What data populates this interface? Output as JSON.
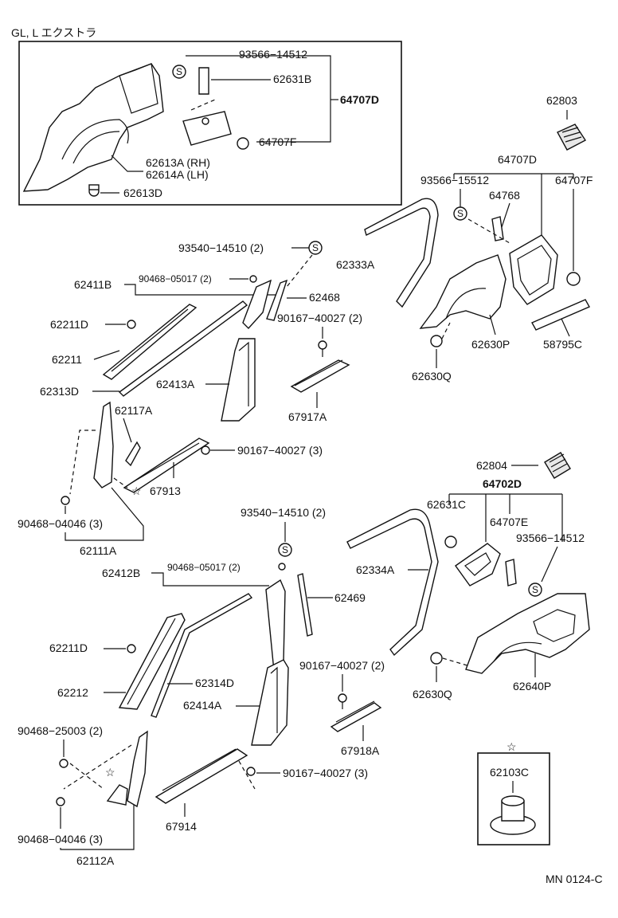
{
  "header": {
    "variant": "GL, L エクストラ"
  },
  "footer": {
    "code": "MN 0124-C"
  },
  "labels": {
    "p93566_14512_top": "93566−14512",
    "p62631B": "62631B",
    "p64707D_box": "64707D",
    "p64707F": "64707F",
    "p62613A": "62613A (RH)",
    "p62614A": "62614A (LH)",
    "p62613D": "62613D",
    "p62803": "62803",
    "p64707D_r": "64707D",
    "p93566_15512": "93566−15512",
    "p64768": "64768",
    "p64707F_r": "64707F",
    "p62333A": "62333A",
    "p93540_14510_a": "93540−14510 (2)",
    "p62411B": "62411B",
    "p90468_05017_a": "90468−05017 (2)",
    "p62468": "62468",
    "p90167_40027_a": "90167−40027 (2)",
    "p62211D_a": "62211D",
    "p62211": "62211",
    "p62313D": "62313D",
    "p62413A": "62413A",
    "p62630P": "62630P",
    "p58795C": "58795C",
    "p62630Q_a": "62630Q",
    "p67917A": "67917A",
    "p62117A": "62117A",
    "p90167_40027_b": "90167−40027 (3)",
    "p67913": "67913",
    "p90468_04046_a": "90468−04046 (3)",
    "p62111A": "62111A",
    "p62804": "62804",
    "p64702D": "64702D",
    "p93540_14510_b": "93540−14510 (2)",
    "p62631C": "62631C",
    "p64707E": "64707E",
    "p93566_14512_b": "93566−14512",
    "p62334A": "62334A",
    "p62412B": "62412B",
    "p90468_05017_b": "90468−05017 (2)",
    "p62469": "62469",
    "p62211D_b": "62211D",
    "p62212": "62212",
    "p62314D": "62314D",
    "p62414A": "62414A",
    "p90167_40027_c": "90167−40027 (2)",
    "p62630Q_b": "62630Q",
    "p62640P": "62640P",
    "p67918A": "67918A",
    "p90468_25003": "90468−25003 (2)",
    "p62103C": "62103C",
    "p90167_40027_d": "90167−40027 (3)",
    "p67914": "67914",
    "p90468_04046_b": "90468−04046 (3)",
    "p62112A": "62112A"
  },
  "symbols": {
    "star": "☆",
    "seal": "S"
  }
}
